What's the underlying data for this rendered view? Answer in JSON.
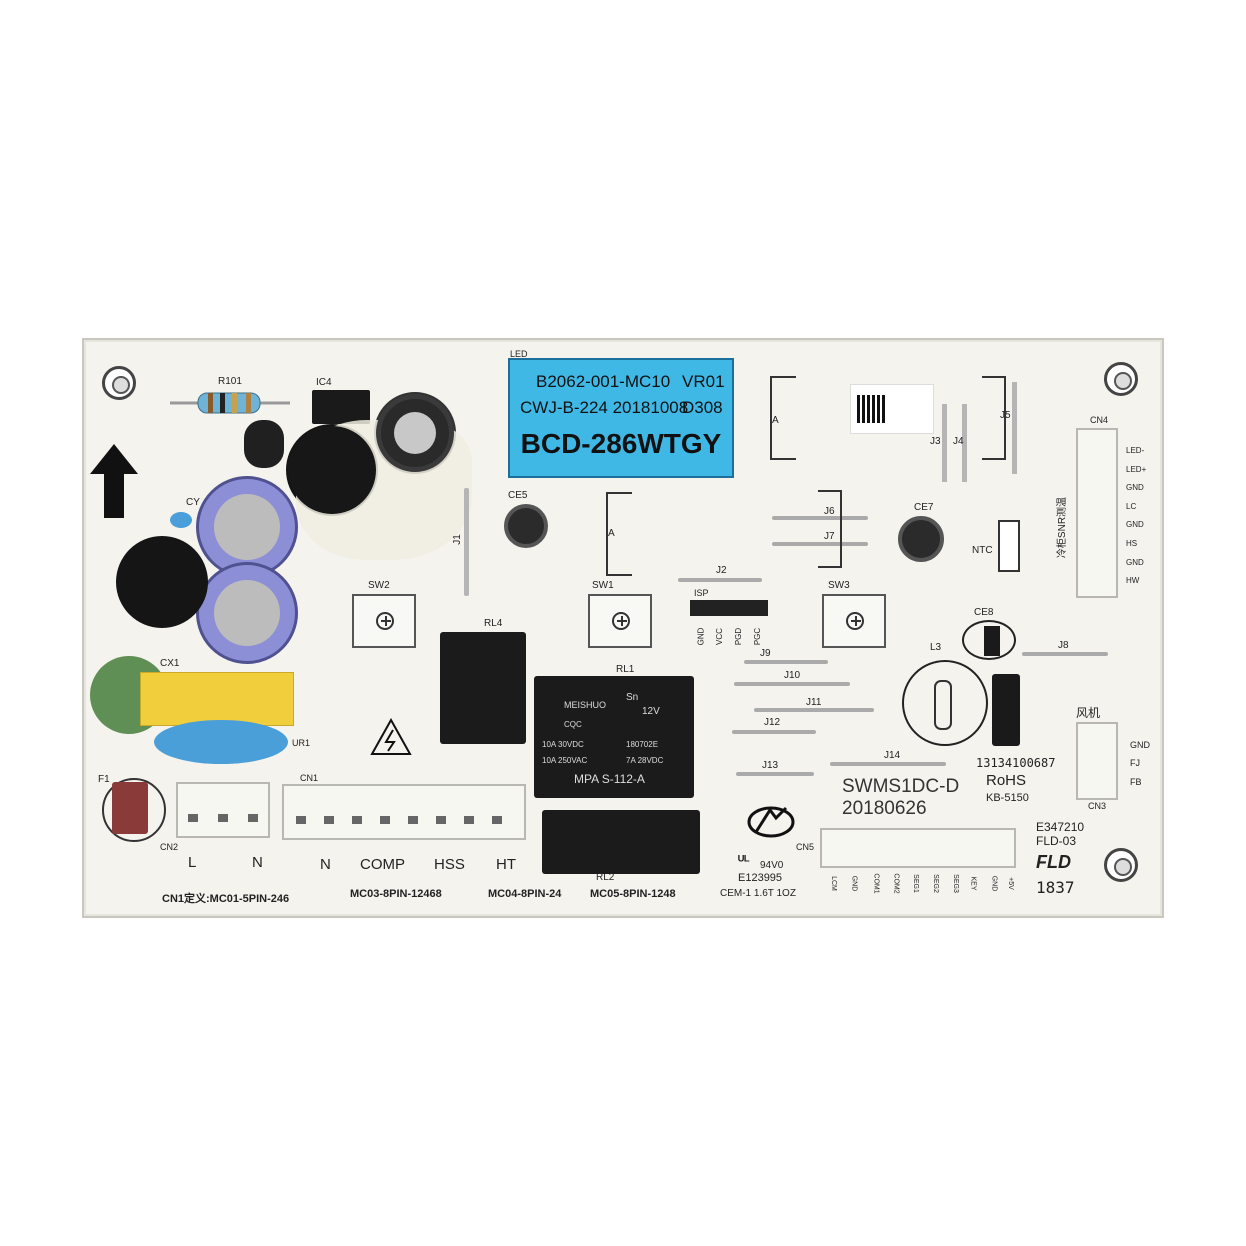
{
  "sticker": {
    "line1_left": "B2062-001-MC10",
    "line1_right": "VR01",
    "line2_left": "CWJ-B-224 20181008",
    "line2_right": "D308",
    "model": "BCD-286WTGY"
  },
  "silkscreen": {
    "r101": "R101",
    "ic4": "IC4",
    "led": "LED",
    "ce5": "CE5",
    "ce7": "CE7",
    "ce8": "CE8",
    "cx1": "CX1",
    "cy": "CY",
    "j1": "J1",
    "j2": "J2",
    "j3": "J3",
    "j4": "J4",
    "j5": "J5",
    "j6": "J6",
    "j7": "J7",
    "j8": "J8",
    "j9": "J9",
    "j10": "J10",
    "j11": "J11",
    "j12": "J12",
    "j13": "J13",
    "j14": "J14",
    "sw1": "SW1",
    "sw2": "SW2",
    "sw3": "SW3",
    "rl1": "RL1",
    "rl2": "RL2",
    "rl4": "RL4",
    "ur1": "UR1",
    "f1": "F1",
    "cn1": "CN1",
    "cn2": "CN2",
    "cn3": "CN3",
    "cn4": "CN4",
    "cn5": "CN5",
    "l3": "L3",
    "ntc": "NTC",
    "isp": "ISP",
    "a1": "A",
    "a2": "A",
    "cn2_l": "L",
    "cn2_n": "N",
    "cn1_n": "N",
    "cn1_comp": "COMP",
    "cn1_hss": "HSS",
    "cn1_ht": "HT",
    "board_id": "SWMS1DC-D",
    "board_date": "20180626",
    "rohs": "RoHS",
    "kb": "KB-5150",
    "cqc_no": "13134100687",
    "e_no": "E347210",
    "fld03": "FLD-03",
    "fld": "FLD",
    "date_code": "1837",
    "ul_no": "E123995",
    "v0": "94V0",
    "cem": "CEM-1 1.6T 1OZ",
    "fan": "风机",
    "fan_gnd": "GND",
    "fan_fj": "FJ",
    "fan_fb": "FB",
    "cn4_vertical": "冷柜SNR测温",
    "cn1_def": "CN1定义:MC01-5PIN-246",
    "mc03": "MC03-8PIN-12468",
    "mc04": "MC04-8PIN-24",
    "mc05": "MC05-8PIN-1248"
  },
  "isp_pins": [
    "GND",
    "VCC",
    "PGD",
    "PGC"
  ],
  "cn4_pins": [
    "LED-",
    "LED+",
    "GND",
    "LC",
    "GND",
    "HS",
    "GND",
    "HW"
  ],
  "cn5_pins": [
    "LCM",
    "GND",
    "COM1",
    "COM2",
    "SEG1",
    "SEG2",
    "SEG3",
    "KEY",
    "GND",
    "+5V"
  ],
  "relay": {
    "brand": "MEISHUO",
    "sn": "Sn",
    "coil": "12V",
    "rating1": "10A 30VDC",
    "rating2": "10A 250VAC",
    "lot": "180702E",
    "rating3": "7A 28VDC",
    "model": "MPA S-112-A",
    "cqc": "CQC"
  },
  "colors": {
    "sticker": "#3fb8e6",
    "board": "#f4f3ee",
    "relay": "#1b1b1b",
    "capacitor_blue": "#8d8fd6",
    "yellow_cap": "#f1cf3c",
    "green_varistor": "#5f8f54",
    "blue_y_cap": "#4a9fd8"
  }
}
